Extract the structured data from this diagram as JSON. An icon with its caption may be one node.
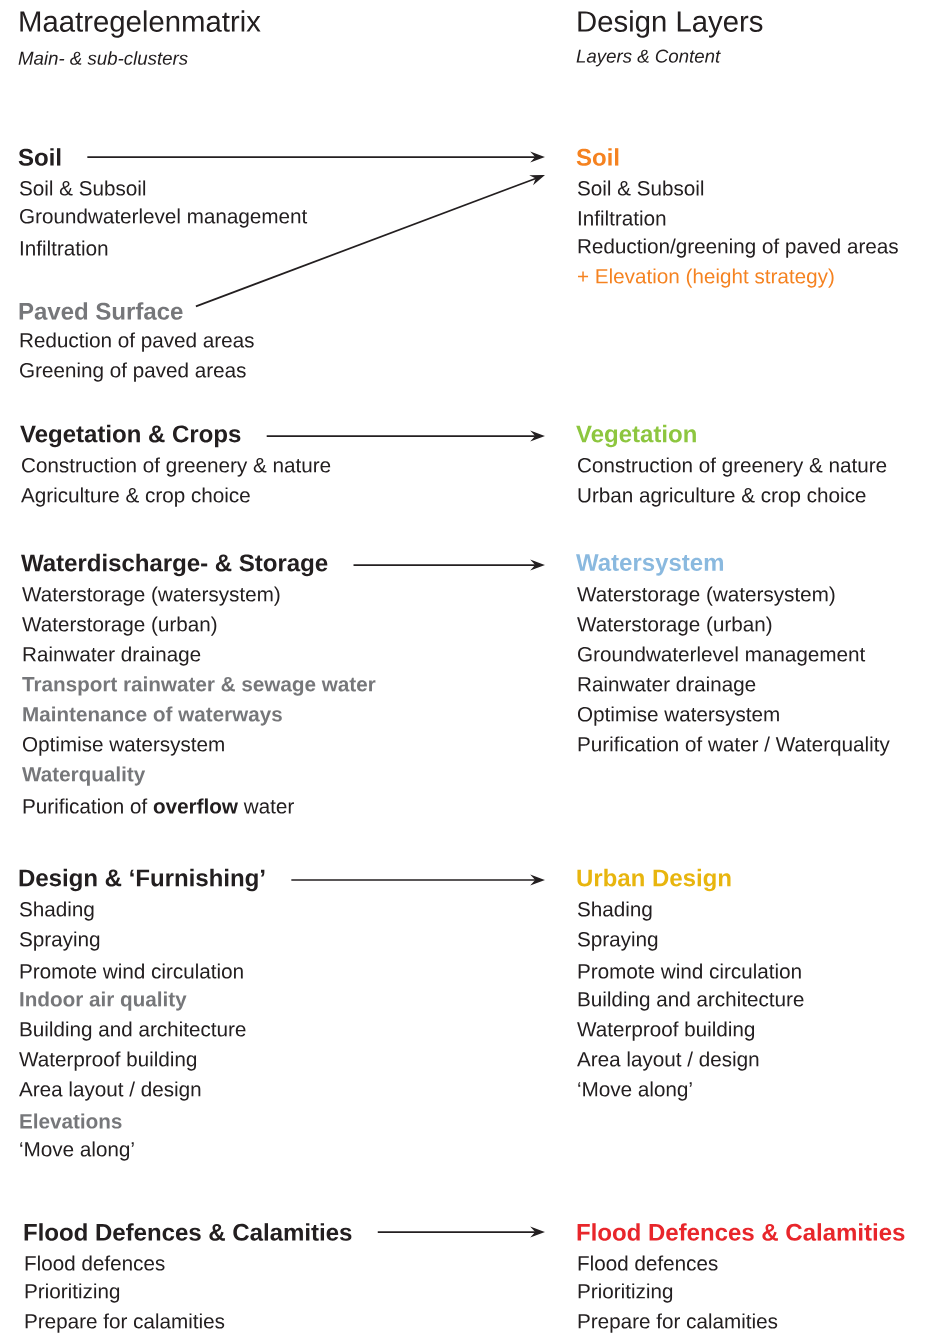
{
  "diagram": {
    "nodes": [
      {
        "text": [
          "Soil",
          "Soil & Subsoil",
          "Groundwaterlevel management",
          "Infiltration"
        ]
      },
      {
        "text": [
          "Paved Surface",
          "Reduction of paved areas",
          "Greening of paved areas"
        ]
      },
      {
        "text": [
          "Vegetation & Crops",
          "Construction of greenery & nature",
          "Agriculture & crop choice"
        ]
      },
      {
        "text": [
          "Waterdischarge- & Storage",
          "Waterstorage (watersystem)",
          "Waterstorage (urban)",
          "Rainwater drainage",
          "Transport rainwater & sewage water",
          "Maintenance of waterways",
          "Optimise watersystem",
          "Waterquality",
          "Purification of **overflow** water"
        ]
      },
      {
        "text": [
          "Design & ‘Furnishing’",
          "Shading",
          "Spraying",
          "Promote wind circulation",
          "Indoor air quality",
          "Building and architecture",
          "Waterproof building",
          "Area layout / design",
          "Elevations",
          "‘Move along’"
        ]
      },
      {
        "text": [
          "Flood Defences & Calamities",
          "Flood defences",
          "Prioritizing",
          "Prepare for calamities"
        ]
      },
      {
        "text": [
          "Soil",
          "Soil & Subsoil",
          "Infiltration",
          "Reduction/greening of paved areas",
          "+ Elevation (height strategy)"
        ]
      },
      {
        "text": [
          "Vegetation",
          "Construction of greenery & nature",
          "Urban agriculture & crop choice"
        ]
      },
      {
        "text": [
          "Watersystem",
          "Waterstorage (watersystem)",
          "Waterstorage (urban)",
          "Groundwaterlevel management",
          "Rainwater drainage",
          "Optimise watersystem",
          "Purification of water / Waterquality"
        ]
      },
      {
        "text": [
          "Urban Design",
          "Shading",
          "Spraying",
          "Promote wind circulation",
          "Building and architecture",
          "Waterproof building",
          "Area layout / design",
          "‘Move along’"
        ]
      },
      {
        "text": [
          "Flood Defences & Calamities",
          "Flood defences",
          "Prioritizing",
          "Prepare for calamities"
        ]
      }
    ],
    "edges": [
      {
        "from": 0,
        "to": 6,
        "arrow": "to"
      },
      {
        "from": 1,
        "to": 6,
        "arrow": "to"
      },
      {
        "from": 2,
        "to": 7,
        "arrow": "to"
      },
      {
        "from": 3,
        "to": 8,
        "arrow": "to"
      },
      {
        "from": 4,
        "to": 9,
        "arrow": "to"
      },
      {
        "from": 5,
        "to": 10,
        "arrow": "to"
      }
    ],
    "labels": [
      "Maatregelenmatrix",
      "Design Layers",
      "Main- & sub-clusters",
      "Layers & Content"
    ]
  }
}
